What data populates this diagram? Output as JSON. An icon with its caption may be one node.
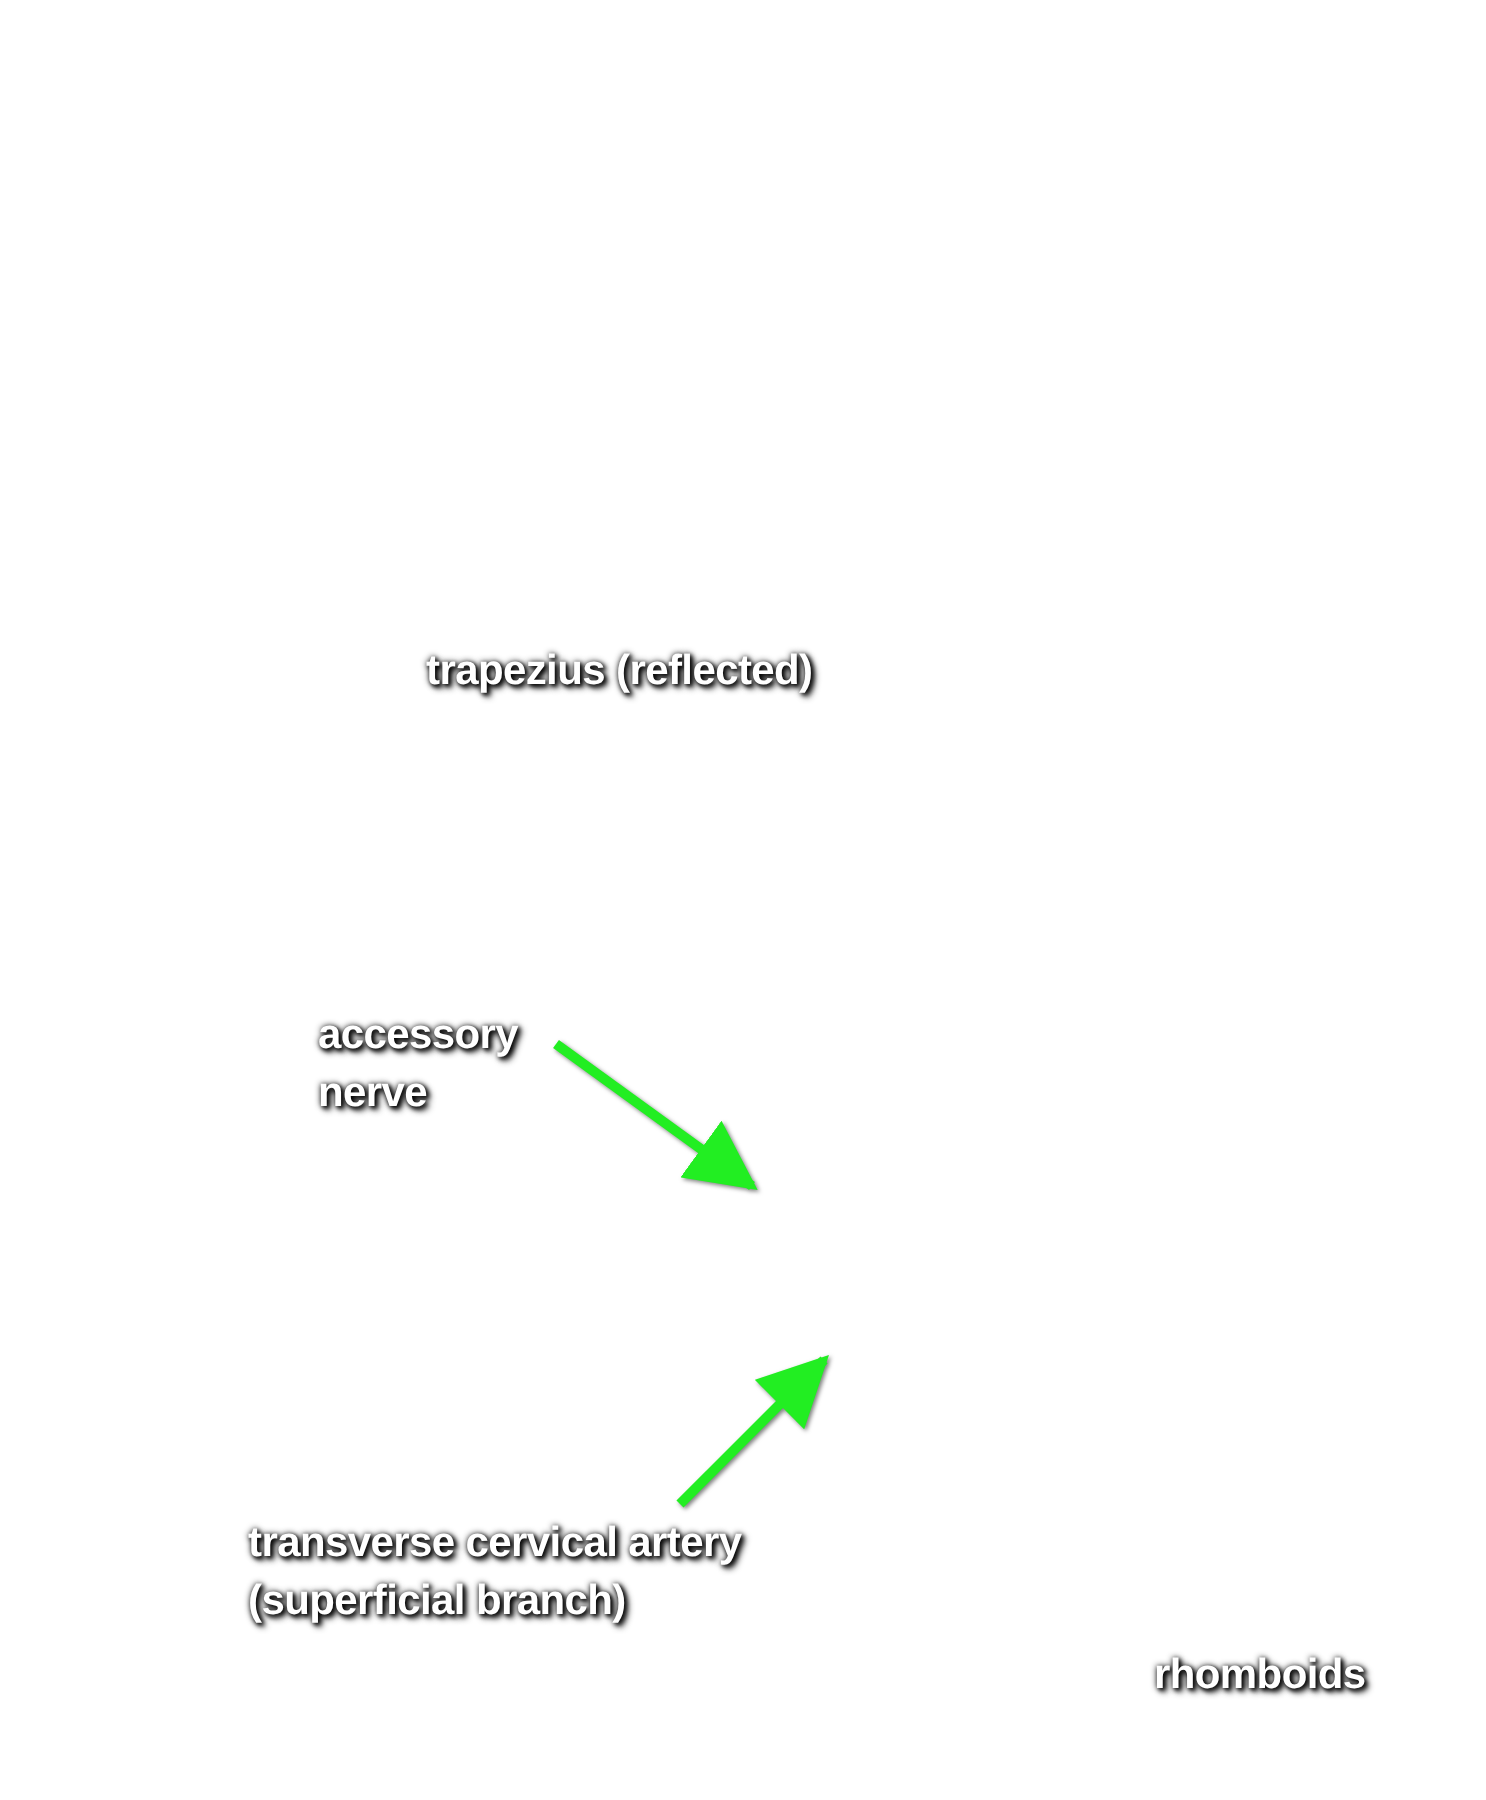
{
  "diagram": {
    "nodes": [
      {
        "text": [
          "accessory nerve"
        ]
      },
      {
        "text": [
          "transverse cervical artery (superficial branch)"
        ]
      }
    ],
    "edges": [
      {
        "from": 0,
        "to": null,
        "arrow": "to",
        "color": "#22ee22"
      },
      {
        "from": 1,
        "to": null,
        "arrow": "to",
        "color": "#22ee22"
      }
    ],
    "labels": [
      "trapezius (reflected)",
      "rhomboids"
    ]
  }
}
